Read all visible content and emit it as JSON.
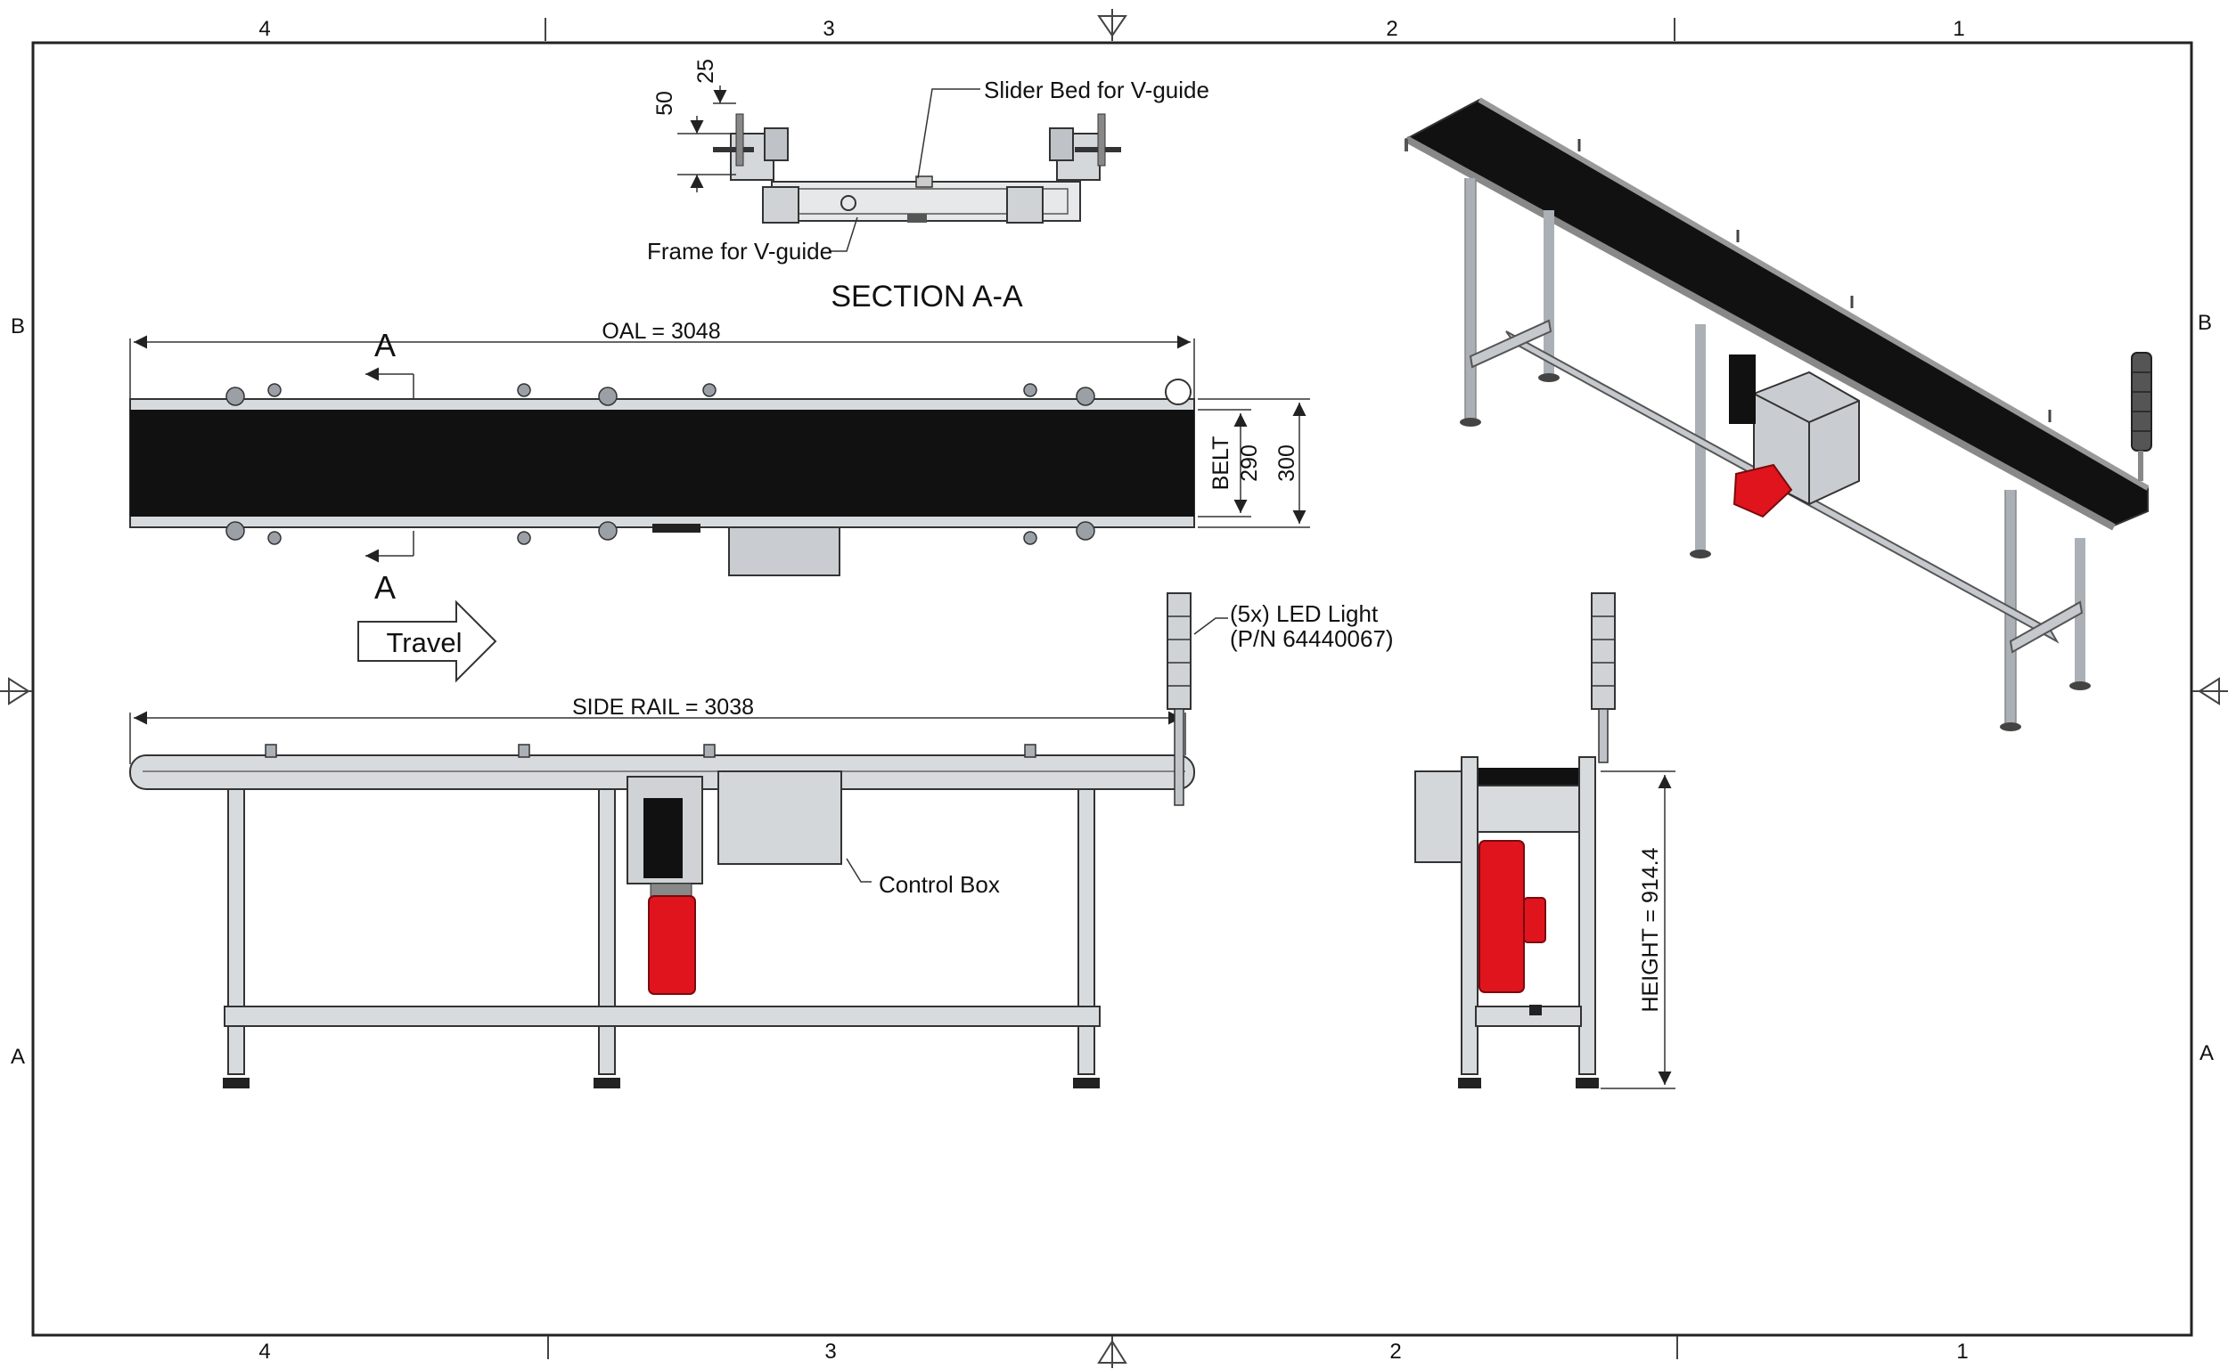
{
  "border": {
    "columns": [
      "4",
      "3",
      "2",
      "1"
    ],
    "rows": [
      "B",
      "A"
    ]
  },
  "section_view": {
    "title": "SECTION A-A",
    "slider_bed_label": "Slider Bed for V-guide",
    "frame_label": "Frame for V-guide",
    "dim_25": "25",
    "dim_50": "50"
  },
  "top_view": {
    "oal_label": "OAL = 3048",
    "section_marker": "A",
    "belt_label": "BELT",
    "belt_width": "290",
    "overall_width": "300"
  },
  "travel_label": "Travel",
  "side_view": {
    "side_rail_label": "SIDE RAIL = 3038",
    "led_label_line1": "(5x) LED Light",
    "led_label_line2": "(P/N 64440067)",
    "control_box_label": "Control Box"
  },
  "end_view": {
    "height_label": "HEIGHT = 914.4"
  },
  "colors": {
    "belt": "#111111",
    "motor": "#e0141c",
    "frame": "#c8ccd0",
    "line": "#222222"
  }
}
